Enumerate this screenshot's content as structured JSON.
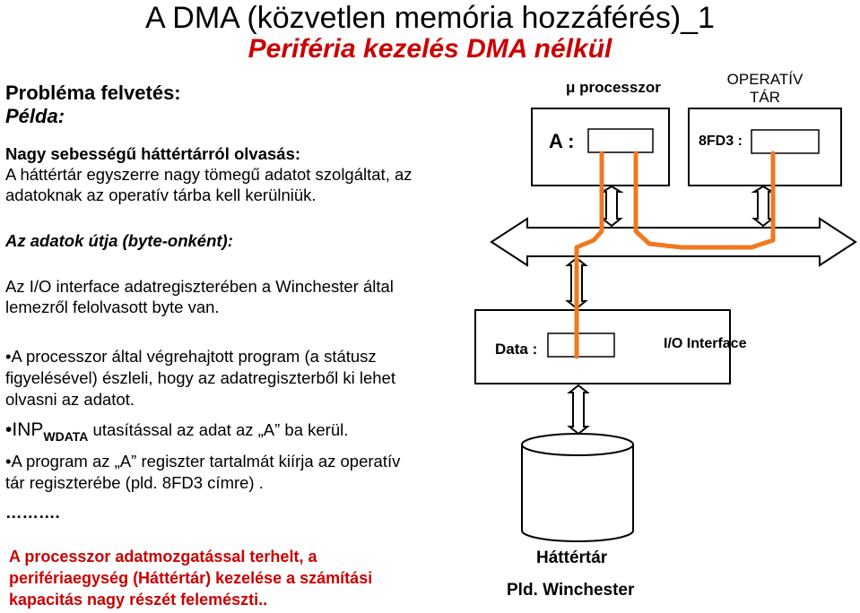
{
  "header": {
    "title": "A DMA (közvetlen memória hozzáférés)_1",
    "subtitle": "Periféria kezelés DMA nélkül"
  },
  "left": {
    "problem_label": "Probléma felvetés:",
    "example_label": "Példa:",
    "read_heading": "Nagy sebességű háttértárról olvasás:",
    "read_line1": "A háttértár egyszerre nagy tömegű adatot szolgáltat, az",
    "read_line2": "adatoknak az operatív tárba kell kerülniük.",
    "path_heading": "Az adatok útja (byte-onként):",
    "io_line1": "Az I/O interface adatregiszterében a Winchester által",
    "io_line2": "lemezről felolvasott byte van.",
    "bullets": [
      {
        "lines": [
          "A processzor által végrehajtott program (a státusz",
          "figyelésével) észleli, hogy az adatregiszterből ki lehet",
          "olvasni az adatot."
        ]
      },
      {
        "prefix": "INP",
        "sub": "WDATA",
        "rest": " utasítással az adat az „A” ba kerül."
      },
      {
        "lines": [
          "A program az „A” regiszter tartalmát kiírja az operatív",
          "tár regiszterébe (pld. 8FD3 címre) ."
        ]
      }
    ],
    "ellipsis": "……….",
    "conclusion": [
      "A processzor adatmozgatással terhelt, a",
      "perifériaegység (Háttértár) kezelése a számítási",
      "kapacitás nagy részét felemészti.."
    ]
  },
  "diagram": {
    "cpu_label": "μ processzor",
    "mem_label_1": "OPERATÍV",
    "mem_label_2": "TÁR",
    "reg_a_label": "A :",
    "mem_addr_label": "8FD3 :",
    "data_label": "Data :",
    "io_label": "I/O Interface",
    "disk_label": "Háttértár",
    "disk_sub_label": "Pld. Winchester",
    "colors": {
      "data_path": "#f07820",
      "line": "#000000"
    }
  }
}
